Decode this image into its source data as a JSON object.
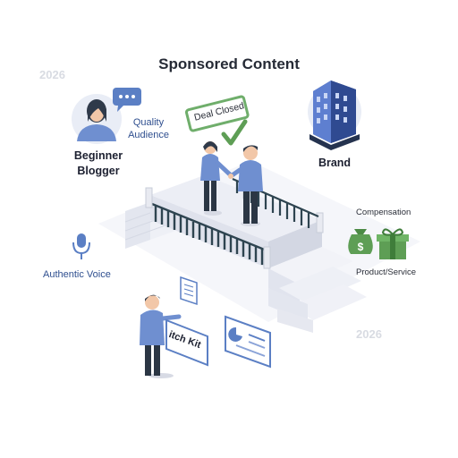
{
  "title": "Sponsored Content",
  "watermarks": {
    "year_top": "2026",
    "year_bottom": "2026"
  },
  "blogger": {
    "label_line1": "Beginner",
    "label_line2": "Blogger"
  },
  "audience": {
    "line1": "Quality",
    "line2": "Audience"
  },
  "deal": {
    "sign": "Deal Closed"
  },
  "brand": {
    "label": "Brand"
  },
  "rewards": {
    "compensation": "Compensation",
    "product": "Product/Service"
  },
  "voice": {
    "label": "Authentic Voice"
  },
  "pitch": {
    "board": "itch Kit"
  },
  "colors": {
    "accent_blue": "#5b7fc4",
    "deal_green": "#6fae6b",
    "money_green": "#5e9e55",
    "platform": "#eceef5",
    "rail_dark": "#2e4450"
  },
  "icons": [
    "speech-bubble-icon",
    "building-icon",
    "money-bag-icon",
    "gift-box-icon",
    "microphone-icon",
    "check-icon"
  ]
}
